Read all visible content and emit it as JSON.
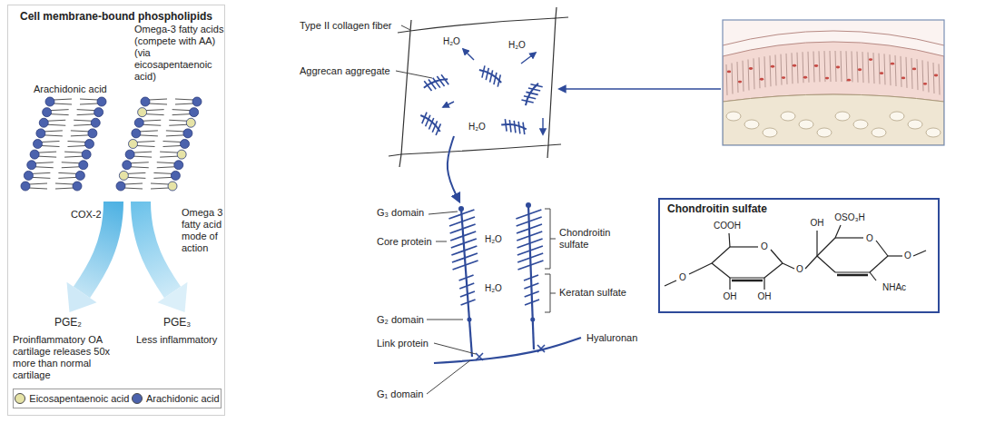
{
  "diagram": {
    "nodes": [
      {
        "text": [
          "Cell membrane-bound phospholipids"
        ]
      },
      {
        "text": [
          "Chondroitin sulfate"
        ]
      }
    ],
    "labels": [
      "Arachidonic acid",
      "Omega-3 fatty acids (compete with AA) (via eicosapentaenoic acid)",
      "COX-2",
      "Omega 3 fatty acid mode of action",
      "PGE₂",
      "PGE₃",
      "Proinflammatory OA cartilage releases 50x more than normal cartilage",
      "Less inflammatory",
      "Type II collagen fiber",
      "Aggrecan aggregate",
      "H₂O",
      "H₂O",
      "H₂O",
      "G₃ domain",
      "Core protein",
      "G₂ domain",
      "Link protein",
      "G₁ domain",
      "H₂O",
      "H₂O",
      "Chondroitin sulfate",
      "Keratan sulfate",
      "Hyaluronan",
      "OH",
      "OSO₃H",
      "COOH",
      "NHAc",
      "OH",
      "OH",
      "O",
      "O",
      "O",
      "O",
      "O"
    ],
    "legend": [
      {
        "text": "Eicosapentaenoic acid",
        "color": "#e6e3a6"
      },
      {
        "text": "Arachidonic acid",
        "color": "#4b62ad"
      }
    ]
  }
}
